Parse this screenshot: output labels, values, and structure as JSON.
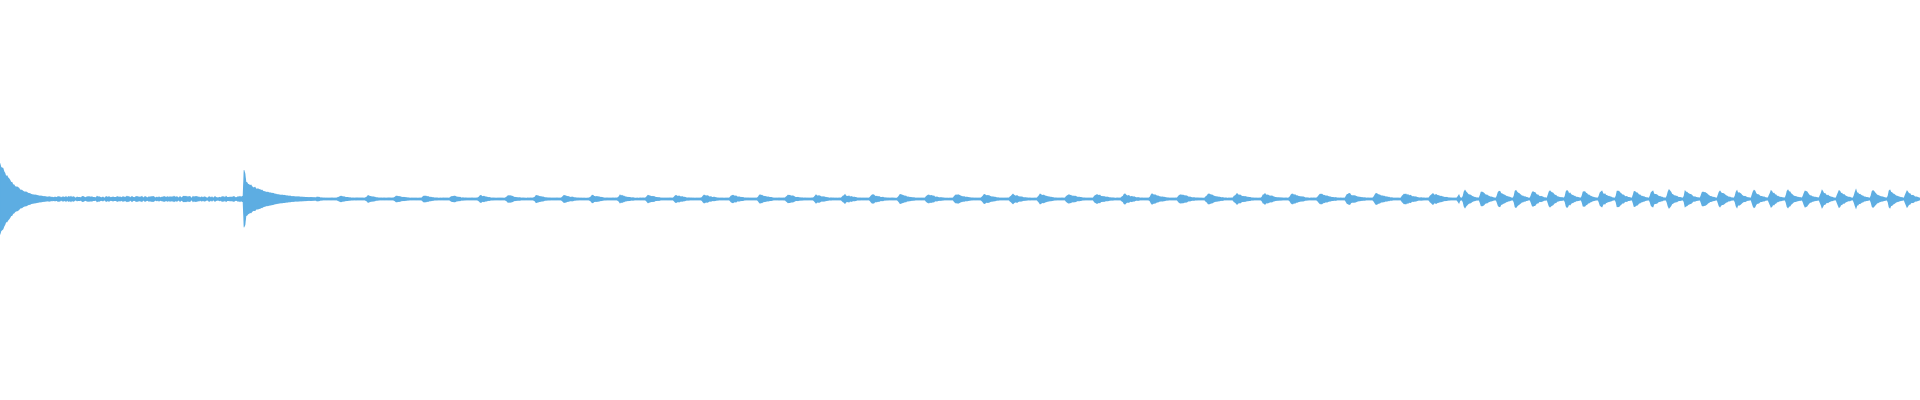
{
  "waveform": {
    "color": "#5dade2",
    "background": "#ffffff",
    "duration_fraction_note": "",
    "segments": [
      {
        "start": 0.0,
        "end": 0.025,
        "peak": 0.95,
        "decay": "exp"
      },
      {
        "start": 0.025,
        "end": 0.127,
        "peak": 0.08,
        "decay": "flat"
      },
      {
        "start": 0.127,
        "end": 0.128,
        "peak": 0.75,
        "decay": "spike"
      },
      {
        "start": 0.128,
        "end": 0.165,
        "peak": 0.45,
        "decay": "exp"
      },
      {
        "start": 0.165,
        "end": 0.76,
        "peak": 0.18,
        "decay": "bursts"
      },
      {
        "start": 0.76,
        "end": 1.0,
        "peak": 0.28,
        "decay": "bursts"
      }
    ]
  }
}
